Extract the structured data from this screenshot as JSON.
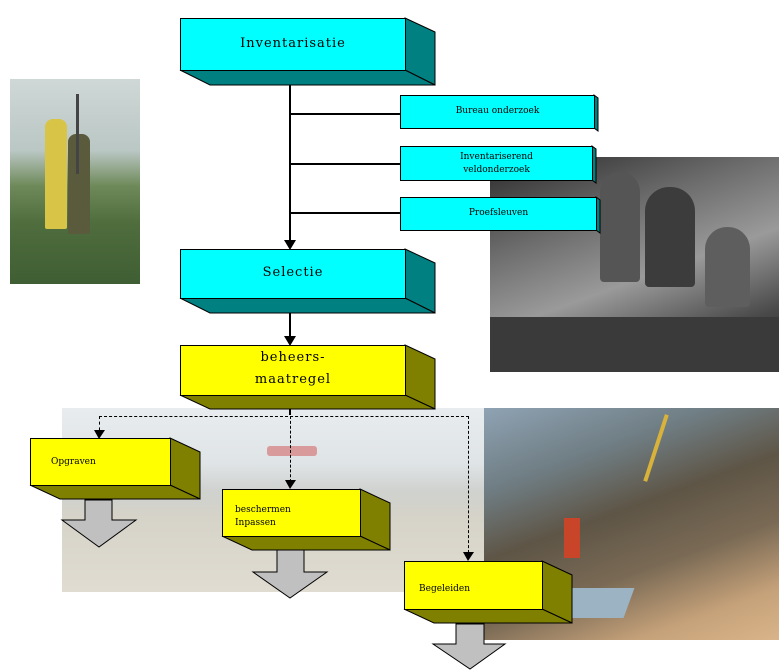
{
  "colors": {
    "step_fill": "#00ffff",
    "step_side": "#008080",
    "measure_fill": "#ffff00",
    "measure_side": "#808000",
    "arrow_fill": "#c0c0c0"
  },
  "diagram": {
    "inventarisatie": "Inventarisatie",
    "sub_bureau": "Bureau onderzoek",
    "sub_inventariserend_1": "Inventariserend",
    "sub_inventariserend_2": "veldonderzoek",
    "sub_proefsleuven": "Proefsleuven",
    "selectie": "Selectie",
    "beheers_1": "beheers-",
    "beheers_2": "maatregel",
    "opgraven": "Opgraven",
    "beschermen_1": "beschermen",
    "beschermen_2": "Inpassen",
    "begeleiden": "Begeleiden"
  },
  "photos": [
    {
      "name": "field-survey-photo",
      "description": "field-survey-photo"
    },
    {
      "name": "excavation-bw-photo",
      "description": "excavation-bw-photo"
    },
    {
      "name": "landscape-photo",
      "description": "landscape-photo"
    },
    {
      "name": "trench-photo",
      "description": "trench-photo"
    }
  ]
}
